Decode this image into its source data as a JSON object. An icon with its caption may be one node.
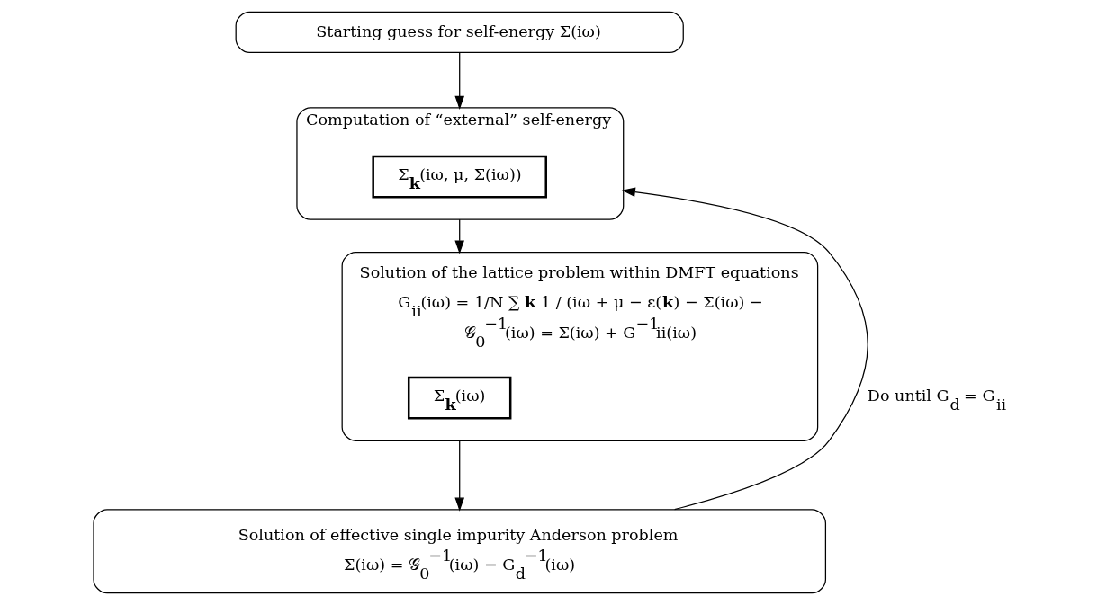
{
  "diagram": {
    "nodes": [
      {
        "text": [
          "Starting guess for self-energy Σ(iω)"
        ]
      },
      {
        "text": [
          "Computation of “external” self-energy"
        ]
      },
      {
        "text": [
          "Σ**$_{k}$**(iω, μ, Σ(iω))"
        ],
        "in": 1
      },
      {
        "text": [
          "Solution of the lattice problem within DMFT equations",
          "G$_{ii}$(iω) = 1/N ∑ **k** 1 / (iω + μ − ε(**k**) − Σ(iω) −",
          "𝒢$_{0}$$^{−1}$(iω) = Σ(iω) + G$^{−1}$ii(iω)"
        ]
      },
      {
        "text": [
          "Σ**$_{k}$**(iω)"
        ],
        "in": 3
      },
      {
        "text": [
          "Solution of effective single impurity Anderson problem",
          "Σ(iω) = 𝒢$_{0}$$^{−1}$(iω) − G$_{d}$$^{−1}$(iω)"
        ]
      }
    ],
    "edges": [
      {
        "from": 0,
        "to": 1,
        "arrow": "to"
      },
      {
        "from": 1,
        "to": 3,
        "arrow": "to"
      },
      {
        "from": 3,
        "to": 5,
        "arrow": "to"
      },
      {
        "from": 5,
        "to": 1,
        "arrow": "to",
        "label": "Do until G$_{d}$ = G$_{ii}$"
      }
    ]
  }
}
